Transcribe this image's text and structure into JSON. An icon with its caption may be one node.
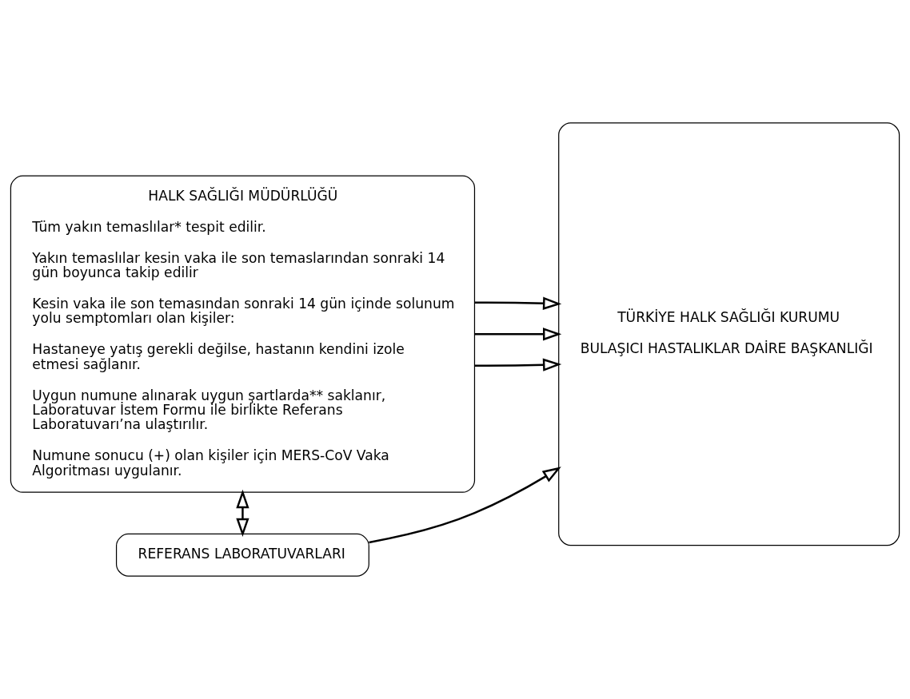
{
  "diagram": {
    "nodes": [
      {
        "text": [
          "HALK SAĞLIĞI MÜDÜRLÜĞÜ",
          "Tüm yakın temaslılar* tespit edilir.",
          "Yakın temaslılar kesin vaka ile son temaslarından sonraki 14 gün boyunca takip edilir",
          "Kesin vaka ile son temasından sonraki 14 gün içinde solunum yolu semptomları olan kişiler:",
          "Hastaneye yatış gerekli değilse, hastanın kendini izole etmesi sağlanır.",
          "Uygun numune alınarak uygun şartlarda** saklanır, Laboratuvar İstem Formu ile birlikte Referans Laboratuvarı’na ulaştırılır.",
          "Numune sonucu (+) olan kişiler için MERS-CoV Vaka Algoritması uygulanır."
        ]
      },
      {
        "text": [
          "TÜRKİYE HALK SAĞLIĞI KURUMU",
          "BULAŞICI HASTALIKLAR DAİRE BAŞKANLIĞI"
        ]
      },
      {
        "text": [
          "REFERANS LABORATUVARLARI"
        ]
      }
    ],
    "edges": [
      {
        "from": 0,
        "to": 1,
        "arrow": "to"
      },
      {
        "from": 0,
        "to": 1,
        "arrow": "to"
      },
      {
        "from": 0,
        "to": 1,
        "arrow": "to"
      },
      {
        "from": 0,
        "to": 2,
        "arrow": "both"
      },
      {
        "from": 2,
        "to": 1,
        "arrow": "to"
      }
    ]
  }
}
